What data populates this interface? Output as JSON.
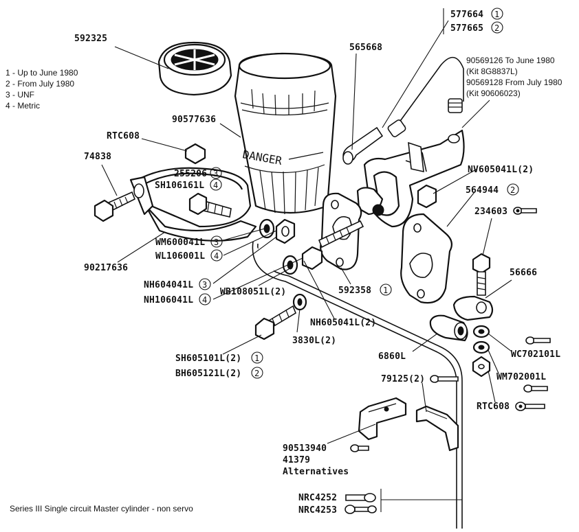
{
  "legend": {
    "items": [
      "1 - Up to June 1980",
      "2 - From July 1980",
      "3 - UNF",
      "4 - Metric"
    ]
  },
  "caption": "Series III Single circuit Master cylinder - non servo",
  "reservoir_text": "DANGER",
  "parts": {
    "p577664": "577664",
    "p577665": "577665",
    "p592325": "592325",
    "p565668": "565668",
    "p90569126": "90569126 To June 1980",
    "kit_8g": "(Kit 8G8837L)",
    "p90569128": "90569128 From July 1980",
    "kit_906": "(Kit 90606023)",
    "p90577636": "90577636",
    "rtc608_top": "RTC608",
    "p74838": "74838",
    "p255206": "255206",
    "sh106161l": "SH106161L",
    "nv605041l": "NV605041L(2)",
    "p564944": "564944",
    "p234603": "234603",
    "wm600041l": "WM600041L",
    "wl106001l": "WL106001L",
    "p90217636": "90217636",
    "p56666": "56666",
    "nh604041l": "NH604041L",
    "nh106041l": "NH106041L",
    "wb108051l": "WB108051L(2)",
    "p592358": "592358",
    "nh605041l": "NH605041L(2)",
    "p3830l": "3830L(2)",
    "p6860l": "6860L",
    "wc702101l": "WC702101L",
    "sh605101l": "SH605101L(2)",
    "bh605121l": "BH605121L(2)",
    "wm702001l": "WM702001L",
    "p79125": "79125(2)",
    "rtc608_low": "RTC608",
    "p90513940": "90513940",
    "p41379": "41379",
    "alternatives": "Alternatives",
    "nrc4252": "NRC4252",
    "nrc4253": "NRC4253"
  },
  "circled": {
    "one": "1",
    "two": "2",
    "three": "3",
    "four": "4"
  }
}
